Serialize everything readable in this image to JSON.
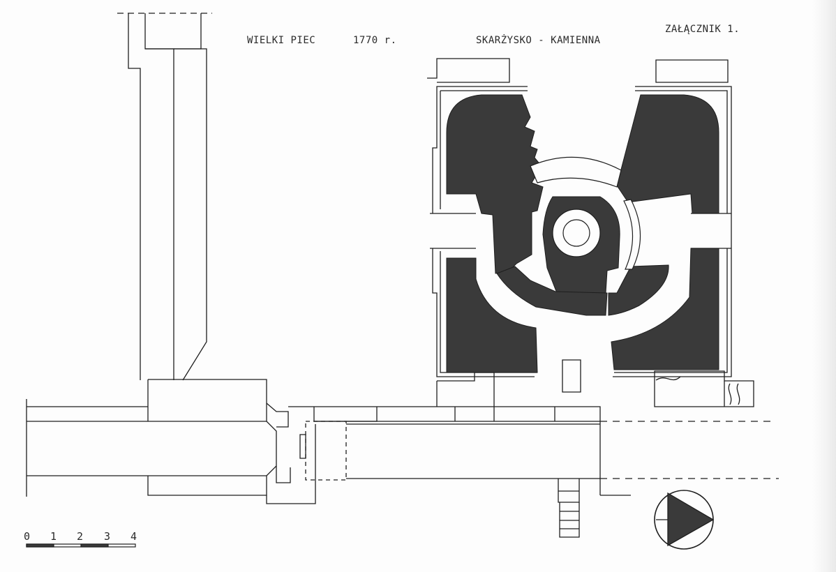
{
  "header": {
    "title": "WIELKI PIEC",
    "year": "1770 r.",
    "place": "SKARŻYSKO - KAMIENNA",
    "annex": "ZAŁĄCZNIK 1."
  },
  "scale": {
    "ticks": [
      "0",
      "1",
      "2",
      "3",
      "4"
    ]
  },
  "colors": {
    "ink": "#1e1e1e",
    "fill": "#3a3a3a",
    "paper": "#fdfdfd"
  },
  "icons": {
    "north_arrow": "north-arrow-icon"
  }
}
